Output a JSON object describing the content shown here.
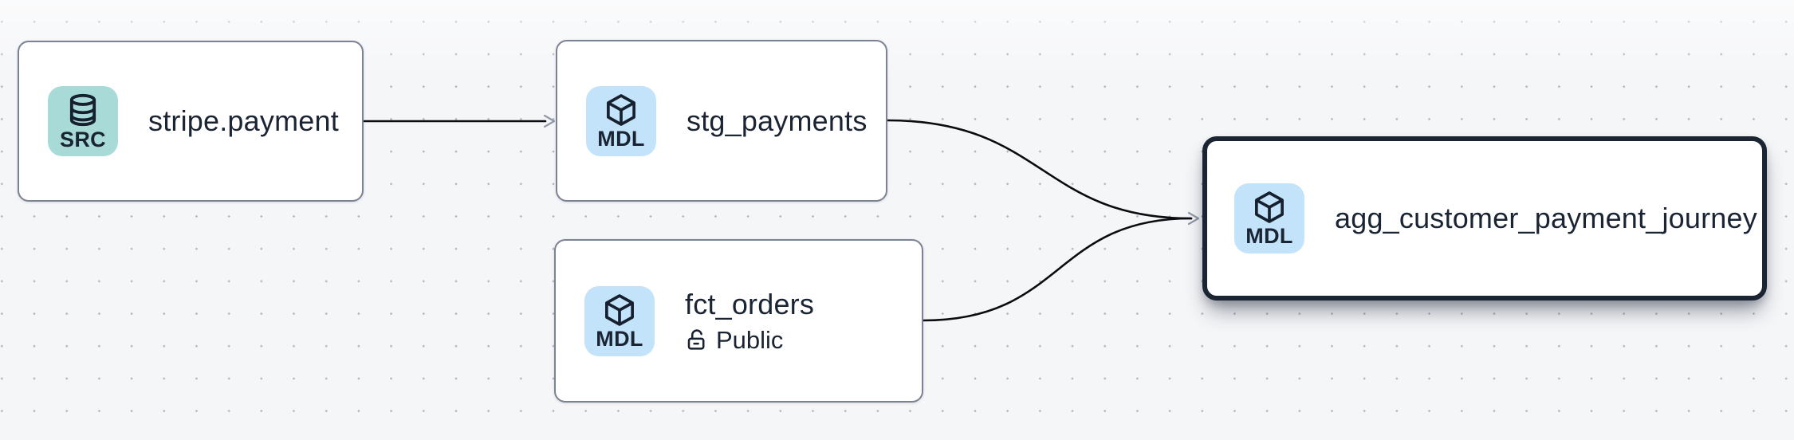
{
  "app": {
    "view": "data-lineage-canvas"
  },
  "colors": {
    "canvas_bg": "#f5f6f8",
    "dot": "#b5b8c0",
    "node_bg": "#ffffff",
    "node_border": "#7b8294",
    "selected_border": "#1b2433",
    "text": "#1a2433",
    "badge_src_bg": "#a8dbd7",
    "badge_mdl_bg": "#c2e3f9",
    "edge": "#0a0c10",
    "arrowhead": "#9199a6"
  },
  "nodes": [
    {
      "label": "stripe.payment",
      "badge": {
        "text": "SRC",
        "icon": "database-icon"
      },
      "selected": false
    },
    {
      "label": "stg_payments",
      "badge": {
        "text": "MDL",
        "icon": "cube-icon"
      },
      "selected": false
    },
    {
      "label": "fct_orders",
      "badge": {
        "text": "MDL",
        "icon": "cube-icon"
      },
      "visibility": {
        "icon": "lock-open-icon",
        "text": "Public"
      },
      "selected": false
    },
    {
      "label": "agg_customer_payment_journey",
      "badge": {
        "text": "MDL",
        "icon": "cube-icon"
      },
      "selected": true
    }
  ],
  "edges": [
    {
      "from": "stripe.payment",
      "to": "stg_payments"
    },
    {
      "from": "stg_payments",
      "to": "agg_customer_payment_journey"
    },
    {
      "from": "fct_orders",
      "to": "agg_customer_payment_journey"
    }
  ]
}
